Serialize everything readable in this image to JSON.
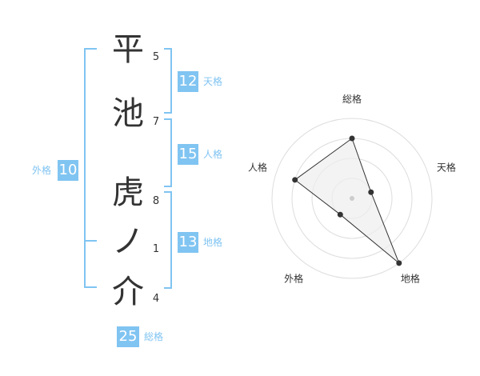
{
  "name": {
    "chars": [
      {
        "char": "平",
        "strokes": "5"
      },
      {
        "char": "池",
        "strokes": "7"
      },
      {
        "char": "虎",
        "strokes": "8"
      },
      {
        "char": "ノ",
        "strokes": "1"
      },
      {
        "char": "介",
        "strokes": "4"
      }
    ]
  },
  "kaku": {
    "ten": {
      "value": "12",
      "label": "天格"
    },
    "jin": {
      "value": "15",
      "label": "人格"
    },
    "chi": {
      "value": "13",
      "label": "地格"
    },
    "gai": {
      "value": "10",
      "label": "外格"
    },
    "sou": {
      "value": "25",
      "label": "総格"
    }
  },
  "colors": {
    "accent": "#80c4f2",
    "text": "#333333",
    "grid": "#dddddd",
    "fill": "#eeeeee"
  },
  "chart_data": {
    "type": "radar",
    "axes": [
      "総格",
      "天格",
      "地格",
      "外格",
      "人格"
    ],
    "rings": 4,
    "max": 4,
    "values": [
      3,
      1,
      4,
      1,
      3
    ]
  }
}
